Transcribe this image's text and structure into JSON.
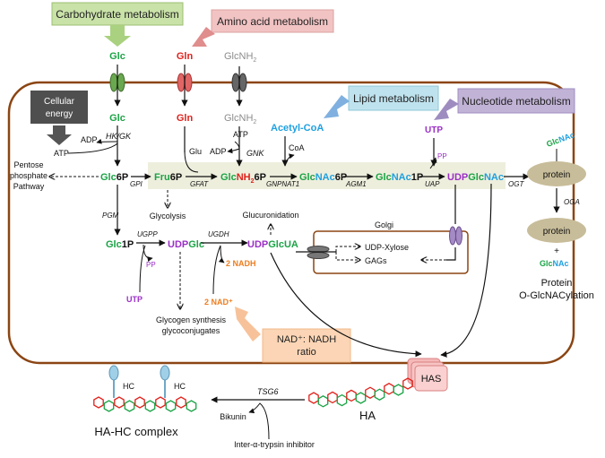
{
  "boxes": {
    "carb": "Carbohydrate metabolism",
    "amino": "Amino acid metabolism",
    "cellular_1": "Cellular",
    "cellular_2": "energy",
    "lipid": "Lipid metabolism",
    "nucleotide": "Nucleotide metabolism",
    "nad_1": "NAD⁺: NADH",
    "nad_2": "ratio"
  },
  "extracellular": {
    "glc": "Glc",
    "gln": "Gln",
    "glcnh": "GlcNH",
    "sub2": "2"
  },
  "metabolites": {
    "glc": "Glc",
    "gln": "Gln",
    "glcnh": "GlcNH",
    "sub2": "2",
    "acetyl_coa": "Acetyl-CoA",
    "utp": "UTP",
    "glc6p_a": "Glc",
    "glc6p_b": "6P",
    "fru6p_a": "Fru",
    "fru6p_b": "6P",
    "glcnh26p_a": "Glc",
    "glcnh26p_b": "NH",
    "glcnh26p_c": "6P",
    "glcnac6p_a": "Glc",
    "glcnac6p_b": "NAc",
    "glcnac6p_c": "6P",
    "glcnac1p_a": "Glc",
    "glcnac1p_b": "NAc",
    "glcnac1p_c": "1P",
    "udpglcnac_a": "UDP",
    "udpglcnac_b": "Glc",
    "udpglcnac_c": "NAc",
    "glc1p_a": "Glc",
    "glc1p_b": "1P",
    "udpglc_a": "UDP",
    "udpglc_b": "Glc",
    "udpglcua_a": "UDP",
    "udpglcua_b": "GlcUA",
    "utp2": "UTP",
    "nadh": "2 NADH",
    "nad": "2 NAD⁺"
  },
  "cofactors": {
    "adp1": "ADP",
    "atp1": "ATP",
    "glu": "Glu",
    "atp2": "ATP",
    "adp2": "ADP",
    "coa": "CoA",
    "pp1": "PP",
    "pp2": "PP"
  },
  "enzymes": {
    "hkgk": "HK/GK",
    "gpi": "GPI",
    "gfat": "GFAT",
    "gnk": "GNK",
    "gnpnat1": "GNPNAT1",
    "agm1": "AGM1",
    "uap": "UAP",
    "ogt": "OGT",
    "pgm": "PGM",
    "ugpp": "UGPP",
    "ugdh": "UGDH",
    "oga": "OGA",
    "tsg6": "TSG6"
  },
  "processes": {
    "pentose_1": "Pentose",
    "pentose_2": "phosphate",
    "pentose_3": "Pathway",
    "glycolysis": "Glycolysis",
    "glucuronidation": "Glucuronidation",
    "glycogen_1": "Glycogen synthesis",
    "glycogen_2": "glycoconjugates",
    "golgi": "Golgi",
    "udp_xylose": "UDP-Xylose",
    "gags": "GAGs"
  },
  "protein": {
    "protein1": "protein",
    "protein2": "protein",
    "glcnac_top_a": "Glc",
    "glcnac_top_b": "NAc",
    "plus": "+",
    "glcnac_free_a": "Glc",
    "glcnac_free_b": "NAc",
    "ogly_1": "Protein",
    "ogly_2": "O-GlcNACylation"
  },
  "ha": {
    "has": "HAS",
    "ha": "HA",
    "bikunin": "Bikunin",
    "inhibitor": "Inter-α-trypsin inhibitor",
    "hc1": "HC",
    "hc2": "HC",
    "complex": "HA-HC complex"
  },
  "colors": {
    "green": "#1aa345",
    "red": "#e0221c",
    "gray": "#8c8c8c",
    "cyan": "#1ea0e0",
    "purple": "#9b2fc7",
    "orange": "#ee7d1f",
    "cell_border": "#8b4513",
    "pathway_band": "#eeeedd",
    "protein_fill": "#c8bd9a"
  }
}
